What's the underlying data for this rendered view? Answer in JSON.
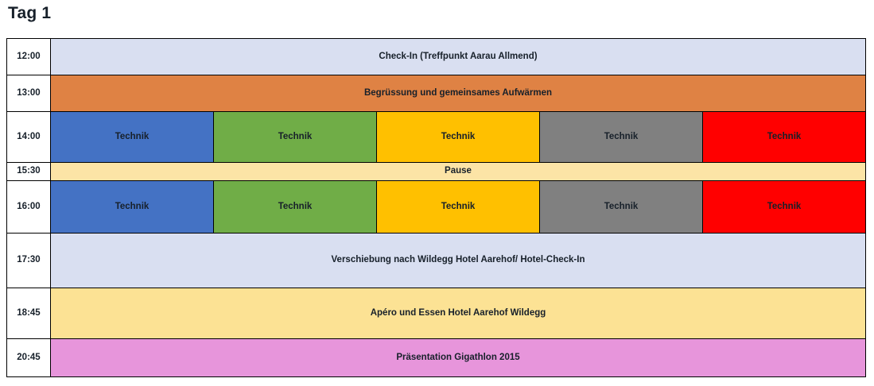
{
  "page": {
    "title": "Tag 1"
  },
  "colors": {
    "lavender": "#d9dff1",
    "orange": "#df8244",
    "blue": "#4472c4",
    "green": "#70ad47",
    "gold": "#ffc000",
    "gray": "#808080",
    "red": "#ff0000",
    "light_yellow_pause": "#fce4a6",
    "light_yellow": "#fce294",
    "pink": "#e795db",
    "white": "#ffffff",
    "border": "#000000",
    "text": "#17202a"
  },
  "table": {
    "rows": [
      {
        "time": "12:00",
        "type": "single",
        "cells": [
          {
            "label": "Check-In (Treffpunkt Aarau Allmend)",
            "color": "#d9dff1"
          }
        ]
      },
      {
        "time": "13:00",
        "type": "single",
        "cells": [
          {
            "label": "Begrüssung und gemeinsames Aufwärmen",
            "color": "#df8244"
          }
        ]
      },
      {
        "time": "14:00",
        "type": "split",
        "cells": [
          {
            "label": "Technik",
            "color": "#4472c4"
          },
          {
            "label": "Technik",
            "color": "#70ad47"
          },
          {
            "label": "Technik",
            "color": "#ffc000"
          },
          {
            "label": "Technik",
            "color": "#808080"
          },
          {
            "label": "Technik",
            "color": "#ff0000"
          }
        ]
      },
      {
        "time": "15:30",
        "type": "single",
        "cells": [
          {
            "label": "Pause",
            "color": "#fce4a6"
          }
        ]
      },
      {
        "time": "16:00",
        "type": "split",
        "cells": [
          {
            "label": "Technik",
            "color": "#4472c4"
          },
          {
            "label": "Technik",
            "color": "#70ad47"
          },
          {
            "label": "Technik",
            "color": "#ffc000"
          },
          {
            "label": "Technik",
            "color": "#808080"
          },
          {
            "label": "Technik",
            "color": "#ff0000"
          }
        ]
      },
      {
        "time": "17:30",
        "type": "single",
        "cells": [
          {
            "label": "Verschiebung nach Wildegg Hotel Aarehof/ Hotel-Check-In",
            "color": "#d9dff1"
          }
        ]
      },
      {
        "time": "18:45",
        "type": "single",
        "cells": [
          {
            "label": "Apéro und Essen Hotel Aarehof Wildegg",
            "color": "#fce294"
          }
        ]
      },
      {
        "time": "20:45",
        "type": "single",
        "cells": [
          {
            "label": "Präsentation Gigathlon 2015",
            "color": "#e795db"
          }
        ]
      }
    ]
  }
}
